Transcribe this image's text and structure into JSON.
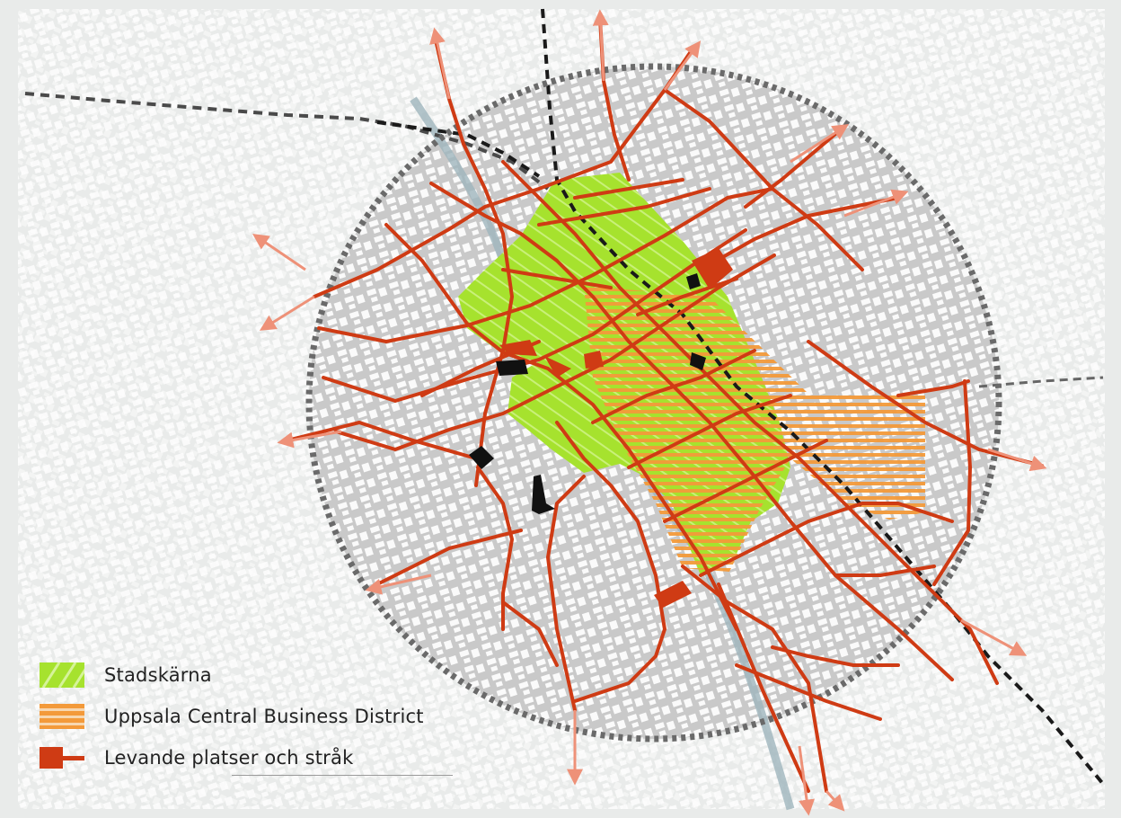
{
  "colors": {
    "background": "#e9ebea",
    "city_core_fill": "#c9c9c9",
    "buildings": "#ffffff",
    "stadskarna": "#a6e22e",
    "cbd": "#f39a3a",
    "levande": "#cf3b14",
    "arrows": "#ee9178",
    "railway": "#1a1a1a",
    "boundary": "#666666",
    "river": "#9fb5bd"
  },
  "legend": {
    "items": [
      {
        "label": "Stadskärna",
        "swatch": "green-hatch-icon"
      },
      {
        "label": "Uppsala Central Business District",
        "swatch": "orange-stripes-icon"
      },
      {
        "label": "Levande platser och stråk",
        "swatch": "red-block-line-icon"
      }
    ]
  },
  "map": {
    "features": [
      "city-boundary-ellipse",
      "stadskarna-area",
      "cbd-area",
      "levande-street-network",
      "railway-lines",
      "river-fyris",
      "outward-arrows"
    ]
  }
}
